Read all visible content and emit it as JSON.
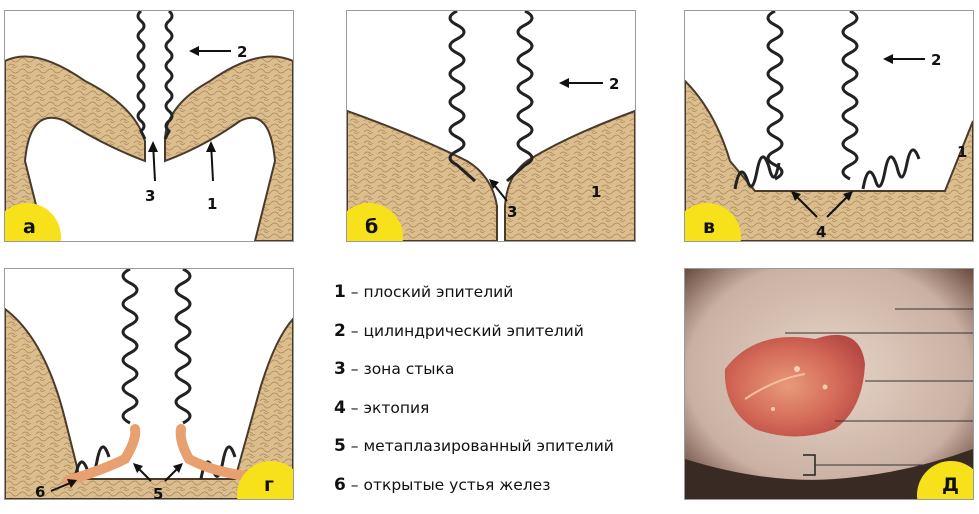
{
  "panels": {
    "a": {
      "badge": "а",
      "labels": {
        "l2": "2",
        "l3": "3",
        "l1": "1"
      }
    },
    "b": {
      "badge": "б",
      "labels": {
        "l2": "2",
        "l3": "3",
        "l1": "1"
      }
    },
    "v": {
      "badge": "в",
      "labels": {
        "l2": "2",
        "l4": "4",
        "l1": "1"
      }
    },
    "g": {
      "badge": "г",
      "labels": {
        "l6": "6",
        "l5": "5"
      }
    },
    "d": {
      "badge": "Д"
    }
  },
  "legend": [
    {
      "num": "1",
      "text": "– плоский эпителий"
    },
    {
      "num": "2",
      "text": "– цилиндрический эпителий"
    },
    {
      "num": "3",
      "text": "– зона стыка"
    },
    {
      "num": "4",
      "text": "– эктопия"
    },
    {
      "num": "5",
      "text": "– метаплазированный эпителий"
    },
    {
      "num": "6",
      "text": "– открытые устья желез"
    }
  ],
  "colors": {
    "tissue": "#d9b98a",
    "tissue_edge": "#5a4a3a",
    "columnar": "#2a2a2a",
    "badge": "#f7e11a",
    "metaplasia": "#e8a070"
  }
}
